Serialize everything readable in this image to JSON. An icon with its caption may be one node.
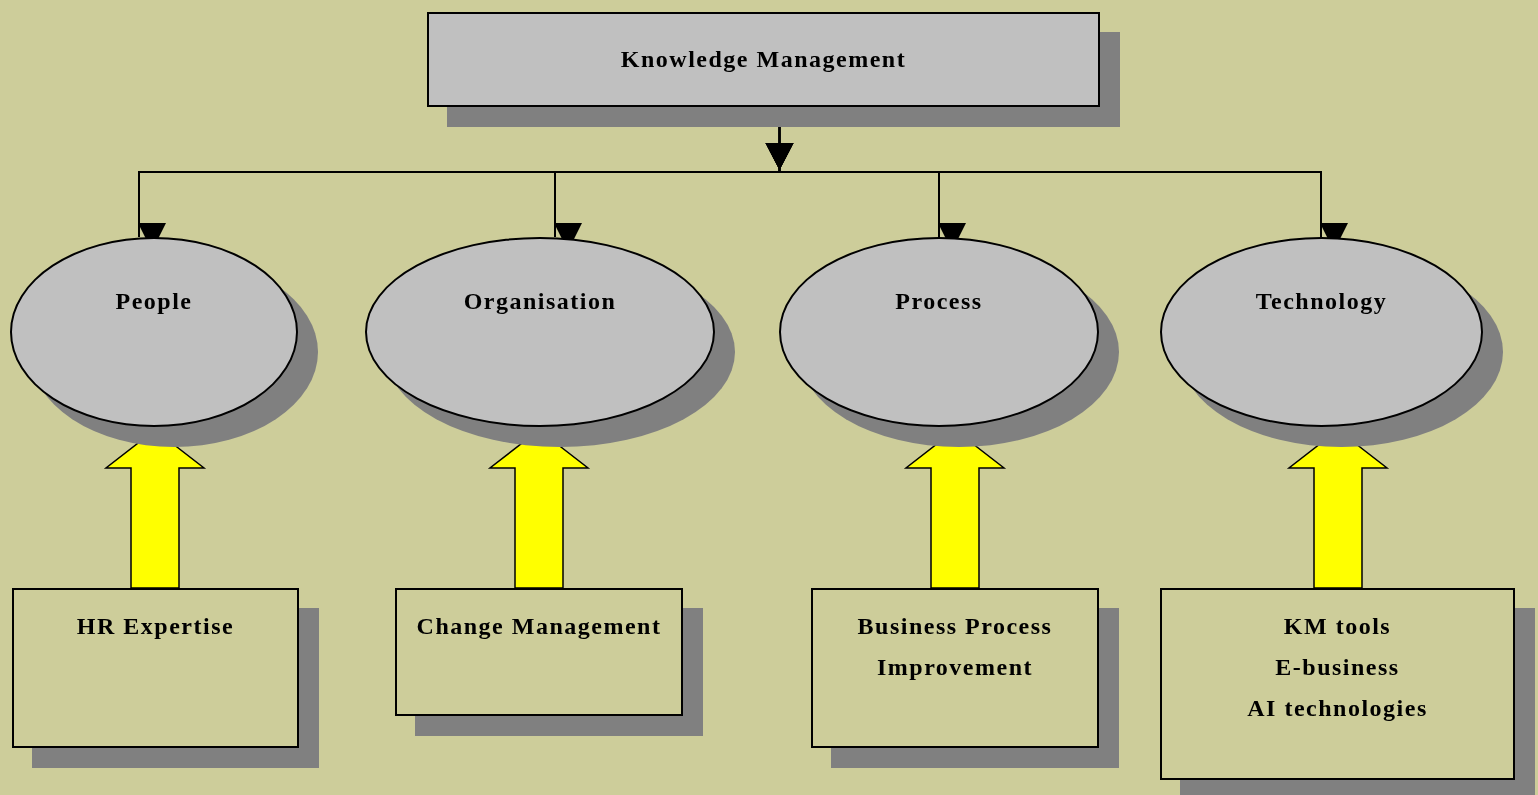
{
  "diagram": {
    "nodes": [
      {
        "text": [
          "Knowledge Management"
        ]
      },
      {
        "text": [
          "People"
        ]
      },
      {
        "text": [
          "Organisation"
        ]
      },
      {
        "text": [
          "Process"
        ]
      },
      {
        "text": [
          "Technology"
        ]
      },
      {
        "text": [
          "HR Expertise"
        ]
      },
      {
        "text": [
          "Change Management"
        ]
      },
      {
        "text": [
          "Business Process Improvement"
        ]
      },
      {
        "text": [
          "KM tools",
          "E-business",
          "AI technologies"
        ]
      }
    ],
    "edges": [
      {
        "from": 0,
        "to": 1,
        "arrow": "to"
      },
      {
        "from": 0,
        "to": 2,
        "arrow": "to"
      },
      {
        "from": 0,
        "to": 3,
        "arrow": "to"
      },
      {
        "from": 0,
        "to": 4,
        "arrow": "to"
      },
      {
        "from": 5,
        "to": 1,
        "arrow": "to",
        "style": "thick",
        "color": "#ffff00"
      },
      {
        "from": 6,
        "to": 2,
        "arrow": "to",
        "style": "thick",
        "color": "#ffff00"
      },
      {
        "from": 7,
        "to": 3,
        "arrow": "to",
        "style": "thick",
        "color": "#ffff00"
      },
      {
        "from": 8,
        "to": 4,
        "arrow": "to",
        "style": "thick",
        "color": "#ffff00"
      }
    ]
  }
}
